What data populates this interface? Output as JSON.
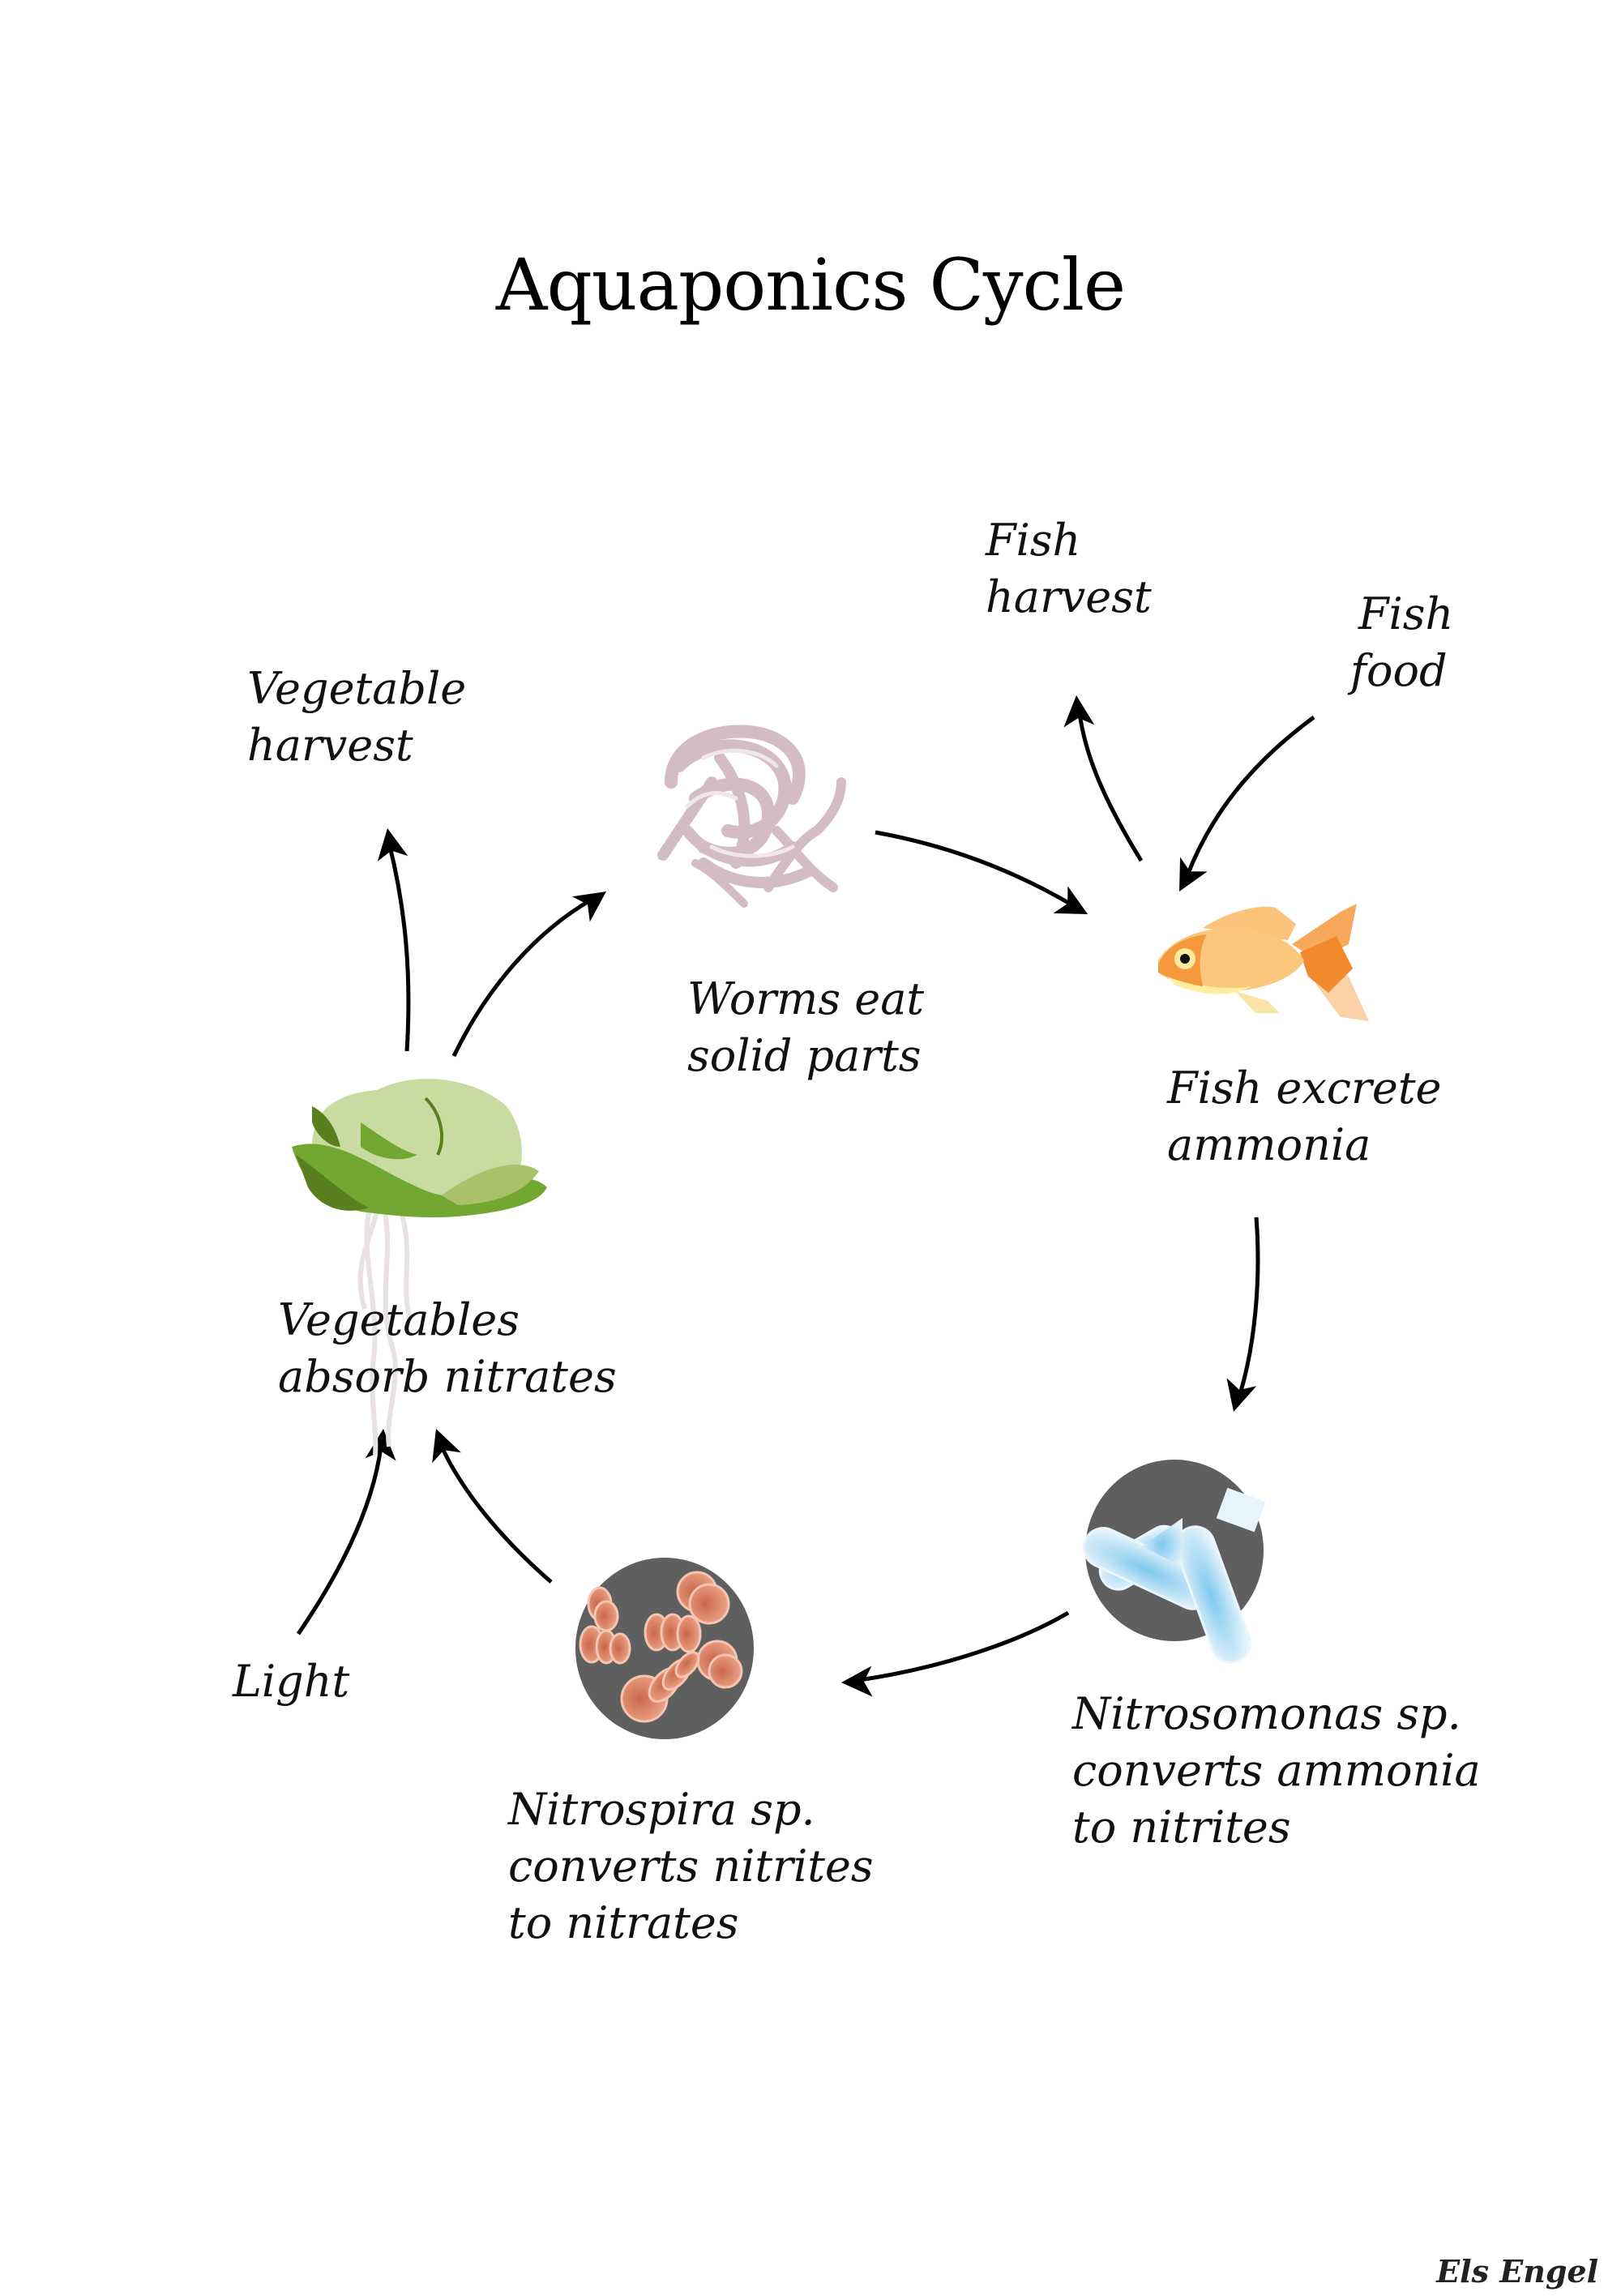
{
  "title": "Aquaponics Cycle",
  "credit": "Els Engel",
  "colors": {
    "arrow": "#000000",
    "lettuce_dark": "#5a7f1e",
    "lettuce_mid": "#72a832",
    "lettuce_light": "#c8dba0",
    "worm": "#d4bcc3",
    "fish_orange": "#f49a3c",
    "fish_body": "#fbc77f",
    "fish_belly": "#fdeea0",
    "bacteria_bg": "#5f5f5f",
    "nitrosomonas_cell": "#a9d9f2",
    "nitrospira_cell": "#e08c6c"
  },
  "nodes": [
    {
      "id": "worms",
      "icon": "worms-icon",
      "lines": [
        "Worms eat",
        "solid parts"
      ]
    },
    {
      "id": "fish",
      "icon": "goldfish-icon",
      "lines": [
        "Fish excrete",
        "ammonia"
      ]
    },
    {
      "id": "nitrosomonas",
      "icon": "nitrosomonas-bacteria-icon",
      "lines": [
        "Nitrosomonas sp.",
        "converts ammonia",
        "to nitrites"
      ]
    },
    {
      "id": "nitrospira",
      "icon": "nitrospira-bacteria-icon",
      "lines": [
        "Nitrospira sp.",
        "converts nitrites",
        "to nitrates"
      ]
    },
    {
      "id": "vegetables",
      "icon": "lettuce-icon",
      "lines": [
        "Vegetables",
        "absorb nitrates"
      ]
    }
  ],
  "inputs_outputs": [
    {
      "id": "vegetable-harvest",
      "lines": [
        "Vegetable",
        "harvest"
      ],
      "direction": "output"
    },
    {
      "id": "fish-harvest",
      "lines": [
        "Fish",
        "harvest"
      ],
      "direction": "output"
    },
    {
      "id": "fish-food",
      "lines": [
        "Fish",
        "food"
      ],
      "direction": "input"
    },
    {
      "id": "light",
      "lines": [
        "Light"
      ],
      "direction": "input"
    }
  ],
  "flows": [
    {
      "from": "vegetables",
      "to": "worms"
    },
    {
      "from": "worms",
      "to": "fish"
    },
    {
      "from": "fish",
      "to": "nitrosomonas"
    },
    {
      "from": "nitrosomonas",
      "to": "nitrospira"
    },
    {
      "from": "nitrospira",
      "to": "vegetables"
    },
    {
      "from": "vegetables",
      "to": "vegetable-harvest"
    },
    {
      "from": "fish",
      "to": "fish-harvest"
    },
    {
      "from": "fish-food",
      "to": "fish"
    },
    {
      "from": "light",
      "to": "vegetables"
    }
  ]
}
